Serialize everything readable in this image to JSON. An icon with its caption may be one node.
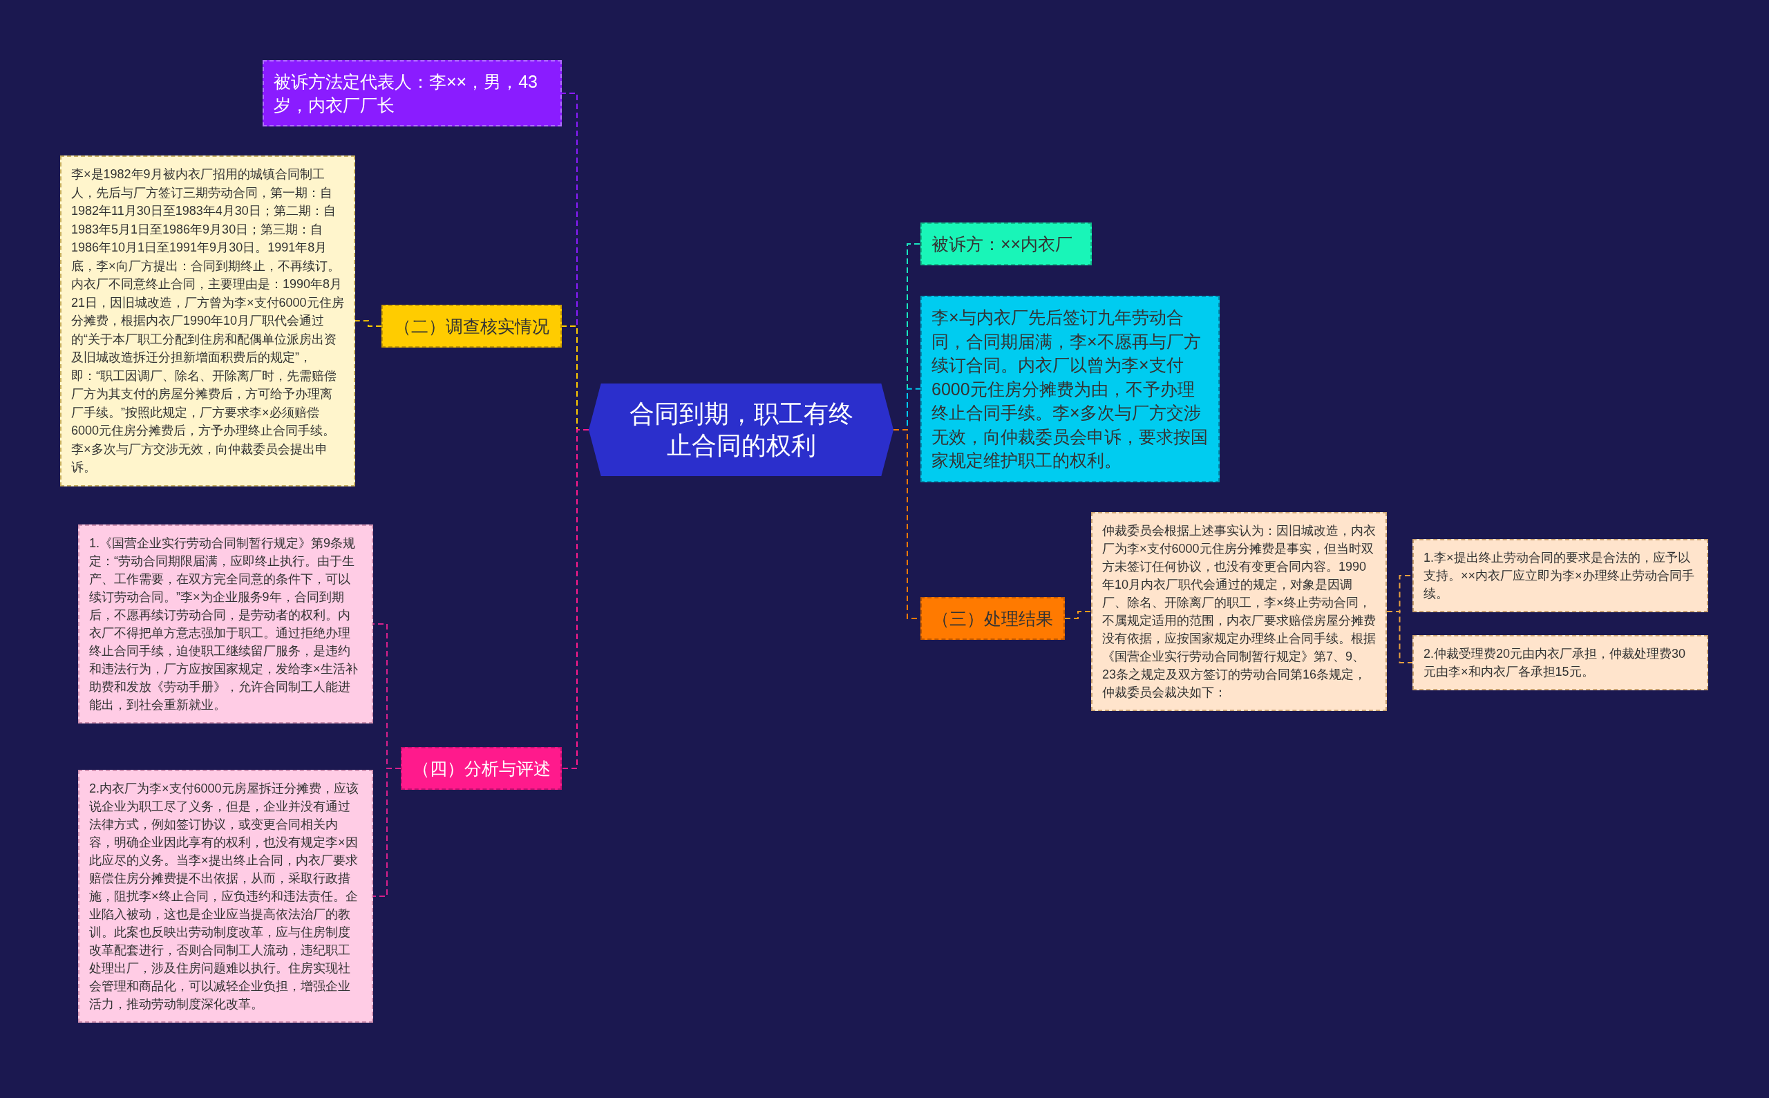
{
  "diagram": {
    "nodes": [
      {
        "text": [
          "合同到期，职工有终止合同的权利"
        ]
      },
      {
        "text": [
          "被诉方法定代表人：李××，男，43岁，内衣厂厂长"
        ]
      },
      {
        "text": [
          "（二）调查核实情况"
        ]
      },
      {
        "text": [
          "李×是1982年9月被内衣厂招用的城镇合同制工人，先后与厂方签订三期劳动合同，第一期：自1982年11月30日至1983年4月30日；第二期：自1983年5月1日至1986年9月30日；第三期：自1986年10月1日至1991年9月30日。1991年8月底，李×向厂方提出：合同到期终止，不再续订。内衣厂不同意终止合同，主要理由是：1990年8月21日，因旧城改造，厂方曾为李×支付6000元住房分摊费，根据内衣厂1990年10月厂职代会通过的“关于本厂职工分配到住房和配偶单位派房出资及旧城改造拆迁分担新增面积费后的规定”，即：“职工因调厂、除名、开除离厂时，先需赔偿厂方为其支付的房屋分摊费后，方可给予办理离厂手续。”按照此规定，厂方要求李×必须赔偿6000元住房分摊费后，方予办理终止合同手续。李×多次与厂方交涉无效，向仲裁委员会提出申诉。"
        ]
      },
      {
        "text": [
          "（四）分析与评述"
        ]
      },
      {
        "text": [
          "1.《国营企业实行劳动合同制暂行规定》第9条规定：“劳动合同期限届满，应即终止执行。由于生产、工作需要，在双方完全同意的条件下，可以续订劳动合同。”李×为企业服务9年，合同到期后，不愿再续订劳动合同，是劳动者的权利。内衣厂不得把单方意志强加于职工。通过拒绝办理终止合同手续，迫使职工继续留厂服务，是违约和违法行为，厂方应按国家规定，发给李×生活补助费和发放《劳动手册》，允许合同制工人能进能出，到社会重新就业。"
        ]
      },
      {
        "text": [
          "2.内衣厂为李×支付6000元房屋拆迁分摊费，应该说企业为职工尽了义务，但是，企业并没有通过法律方式，例如签订协议，或变更合同相关内容，明确企业因此享有的权利，也没有规定李×因此应尽的义务。当李×提出终止合同，内衣厂要求赔偿住房分摊费提不出依据，从而，采取行政措施，阻扰李×终止合同，应负违约和违法责任。企业陷入被动，这也是企业应当提高依法治厂的教训。此案也反映出劳动制度改革，应与住房制度改革配套进行，否则合同制工人流动，违纪职工处理出厂，涉及住房问题难以执行。住房实现社会管理和商品化，可以减轻企业负担，增强企业活力，推动劳动制度深化改革。"
        ]
      },
      {
        "text": [
          "被诉方：××内衣厂"
        ]
      },
      {
        "text": [
          "李×与内衣厂先后签订九年劳动合同，合同期届满，李×不愿再与厂方续订合同。内衣厂以曾为李×支付6000元住房分摊费为由，不予办理终止合同手续。李×多次与厂方交涉无效，向仲裁委员会申诉，要求按国家规定维护职工的权利。"
        ]
      },
      {
        "text": [
          "（三）处理结果"
        ]
      },
      {
        "text": [
          "仲裁委员会根据上述事实认为：因旧城改造，内衣厂为李×支付6000元住房分摊费是事实，但当时双方未签订任何协议，也没有变更合同内容。1990年10月内衣厂职代会通过的规定，对象是因调厂、除名、开除离厂的职工，李×终止劳动合同，不属规定适用的范围，内衣厂要求赔偿房屋分摊费没有依据，应按国家规定办理终止合同手续。根据《国营企业实行劳动合同制暂行规定》第7、9、23条之规定及双方签订的劳动合同第16条规定，仲裁委员会裁决如下："
        ]
      },
      {
        "text": [
          "1.李×提出终止劳动合同的要求是合法的，应予以支持。××内衣厂应立即为李×办理终止劳动合同手续。"
        ]
      },
      {
        "text": [
          "2.仲裁受理费20元由内衣厂承担，仲裁处理费30元由李×和内衣厂各承担15元。"
        ]
      }
    ],
    "edges": [
      {
        "from": 0,
        "to": 1,
        "arrow": "none",
        "style": "dashed",
        "color": "#8a1cff"
      },
      {
        "from": 0,
        "to": 2,
        "arrow": "none",
        "style": "dashed",
        "color": "#ffcc00"
      },
      {
        "from": 2,
        "to": 3,
        "arrow": "none",
        "style": "dashed",
        "color": "#ffcc00"
      },
      {
        "from": 0,
        "to": 4,
        "arrow": "none",
        "style": "dashed",
        "color": "#ff1a8c"
      },
      {
        "from": 4,
        "to": 5,
        "arrow": "none",
        "style": "dashed",
        "color": "#d8208c"
      },
      {
        "from": 4,
        "to": 6,
        "arrow": "none",
        "style": "dashed",
        "color": "#d8208c"
      },
      {
        "from": 0,
        "to": 7,
        "arrow": "none",
        "style": "dashed",
        "color": "#19e8c0"
      },
      {
        "from": 0,
        "to": 8,
        "arrow": "none",
        "style": "dashed",
        "color": "#00ccf0"
      },
      {
        "from": 0,
        "to": 9,
        "arrow": "none",
        "style": "dashed",
        "color": "#ff7a00"
      },
      {
        "from": 9,
        "to": 10,
        "arrow": "none",
        "style": "dashed",
        "color": "#ff9a1a"
      },
      {
        "from": 10,
        "to": 11,
        "arrow": "none",
        "style": "dashed",
        "color": "#e8a040"
      },
      {
        "from": 10,
        "to": 12,
        "arrow": "none",
        "style": "dashed",
        "color": "#e8a040"
      }
    ]
  }
}
